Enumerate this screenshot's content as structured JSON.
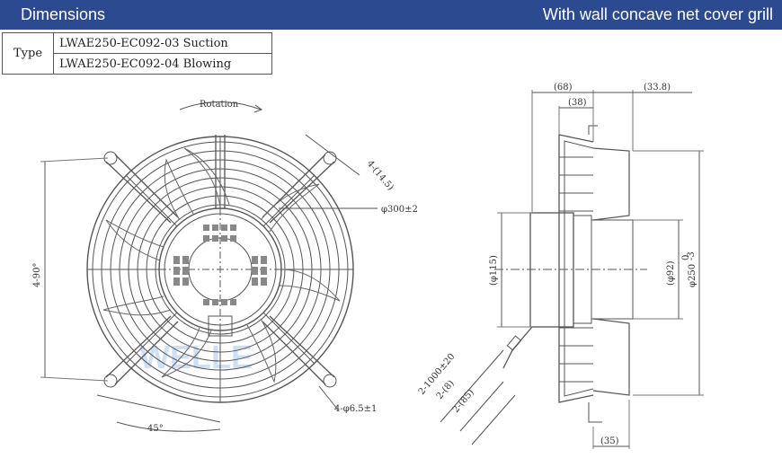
{
  "header": {
    "title": "Dimensions",
    "subtitle": "With wall concave net cover grill",
    "bg_color": "#2b4a8f"
  },
  "type_table": {
    "label": "Type",
    "rows": [
      {
        "model": "LWAE250-EC092-03",
        "mode": "Suction"
      },
      {
        "model": "LWAE250-EC092-04",
        "mode": "Blowing"
      }
    ]
  },
  "front_view": {
    "rotation": "Rotation",
    "hole_pattern": "4-(14.5)",
    "grill_diameter": "φ300±2",
    "angle_vertical": "4-90°",
    "angle_45": "45°",
    "mount_holes": "4-φ6.5±1"
  },
  "side_view": {
    "depth_total": "(68)",
    "depth_inner": "(38)",
    "blade_depth": "(33.8)",
    "motor_diameter": "(φ115)",
    "hub_diameter": "(φ92)",
    "outer_diameter": "φ250",
    "tolerance_top": "0",
    "tolerance_bottom": "-3",
    "cable_length": "2-1000±20",
    "cable_8": "2-(8)",
    "cable_85": "2-(85)",
    "base_depth": "(35)"
  },
  "watermark": "WELLE"
}
